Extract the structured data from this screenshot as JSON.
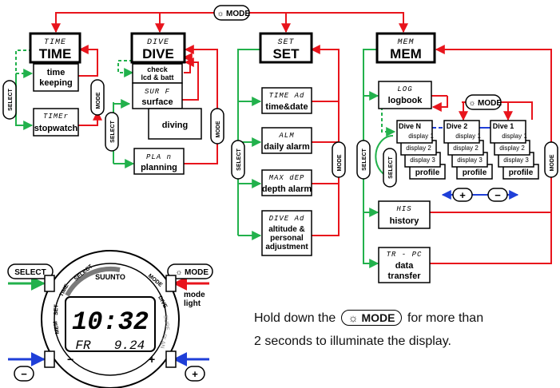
{
  "mode_label": "MODE",
  "select_label": "SELECT",
  "sun_glyph": "☼",
  "modes": {
    "time": {
      "lcd": "TIME",
      "label": "TIME"
    },
    "dive": {
      "lcd": "DIVE",
      "label": "DIVE"
    },
    "set": {
      "lcd": "SET",
      "label": "SET"
    },
    "mem": {
      "lcd": "MEM",
      "label": "MEM"
    }
  },
  "time_items": {
    "timekeeping": [
      "time",
      "keeping"
    ],
    "stopwatch_lcd": "TIMEr",
    "stopwatch": "stopwatch"
  },
  "dive_items": {
    "check": [
      "check",
      "lcd & batt"
    ],
    "surface_lcd": "SUR F",
    "surface": "surface",
    "diving": "diving",
    "planning_lcd": "PLA n",
    "planning": "planning"
  },
  "set_items": {
    "time_date_lcd": "TIME Ad",
    "time_date": "time&date",
    "alarm_lcd": "ALM",
    "alarm": "daily alarm",
    "depth_lcd": "MAX dEP",
    "depth": "depth alarm",
    "alt_lcd": "DIVE Ad",
    "alt": [
      "altitude &",
      "personal",
      "adjustment"
    ]
  },
  "mem_items": {
    "logbook_lcd": "LOG",
    "logbook": "logbook",
    "dives": [
      {
        "title": "Dive N",
        "d1": "display 1",
        "d2": "display 2",
        "d3": "display 3",
        "profile": "profile"
      },
      {
        "title": "Dive 2",
        "d1": "display 1",
        "d2": "display 2",
        "d3": "display 3",
        "profile": "profile"
      },
      {
        "title": "Dive 1",
        "d1": "display 1",
        "d2": "display 2",
        "d3": "display 3",
        "profile": "profile"
      }
    ],
    "history_lcd": "HIS",
    "history": "history",
    "transfer_lcd": "TR - PC",
    "transfer": [
      "data",
      "transfer"
    ],
    "plus": "+",
    "minus": "−"
  },
  "watch": {
    "brand": "SUUNTO",
    "time": "10:32",
    "day": "FR",
    "date": "9.24",
    "bezel_left": [
      "TIME",
      "SELECT"
    ],
    "bezel_left2": [
      "SET",
      "MEM"
    ],
    "bezel_right": [
      "MODE",
      "DIVE",
      "SURF",
      "PLAN"
    ],
    "mode_light": [
      "mode",
      "light"
    ],
    "minus": "−",
    "plus": "+"
  },
  "hold_text": {
    "before": "Hold down the",
    "after": "for more than",
    "line2": "2 seconds to illuminate the display."
  },
  "colors": {
    "red": "#e8141c",
    "green": "#22b14c",
    "blue": "#1f3fd8",
    "black": "#000000"
  }
}
